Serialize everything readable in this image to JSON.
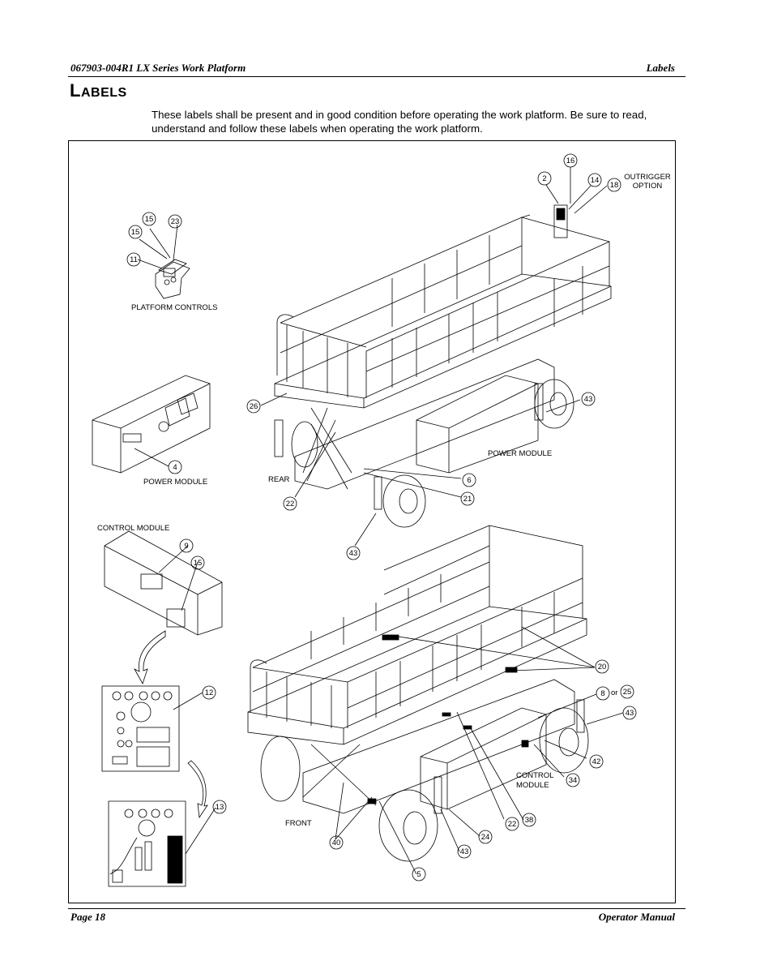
{
  "header": {
    "doc_title": "067903-004R1 LX Series Work Platform",
    "section": "Labels"
  },
  "page_title": {
    "first": "L",
    "rest": "ABELS"
  },
  "intro": "These labels shall be present and in good condition before operating the work platform. Be sure to read, understand and follow these labels when operating the work platform.",
  "footer": {
    "page": "Page 18",
    "manual": "Operator Manual"
  },
  "figure": {
    "captions": {
      "platform_controls": "PLATFORM CONTROLS",
      "power_module_left": "POWER MODULE",
      "power_module_right": "POWER MODULE",
      "control_module_top": "CONTROL MODULE",
      "control_module_bottom_1": "CONTROL",
      "control_module_bottom_2": "MODULE",
      "rear": "REAR",
      "front": "FRONT",
      "outrigger_1": "OUTRIGGER",
      "outrigger_2": "OPTION",
      "or": "or"
    },
    "callouts": [
      "16",
      "2",
      "14",
      "18",
      "15",
      "23",
      "15",
      "11",
      "26",
      "43",
      "6",
      "21",
      "22",
      "43",
      "4",
      "9",
      "15",
      "12",
      "13",
      "20",
      "8",
      "25",
      "43",
      "42",
      "34",
      "38",
      "22",
      "24",
      "43",
      "5",
      "40"
    ]
  }
}
